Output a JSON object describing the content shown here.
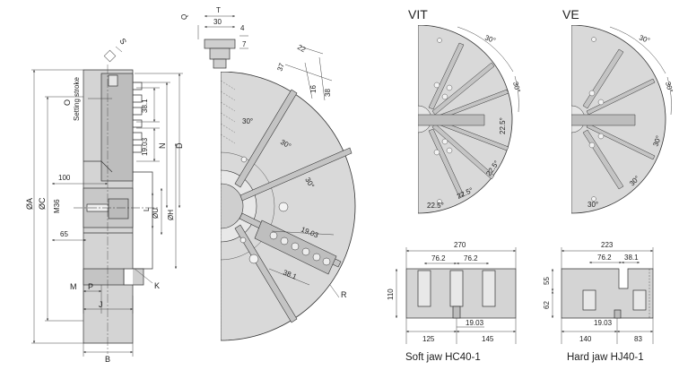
{
  "colors": {
    "part_fill": "#d9d9d9",
    "part_dark": "#b9b9b9",
    "line": "#333333",
    "dim": "#444444",
    "bg": "#ffffff"
  },
  "section": {
    "title_o": "O",
    "title_setting": "Setting stroke",
    "s": "S",
    "a": "ØA",
    "c": "ØC",
    "m36": "M36",
    "d100": "100",
    "d65": "65",
    "m": "M",
    "p": "P",
    "j": "J",
    "b": "B",
    "k": "K",
    "n": "N",
    "d": "D",
    "d3811": "38.1",
    "d1903": "19.03",
    "l": "L",
    "u": "ØU",
    "h": "ØH"
  },
  "front": {
    "q": "Q",
    "t": "T",
    "d30": "30",
    "d4": "4",
    "d7": "7",
    "d22": "22",
    "d37": "37",
    "d16": "16",
    "d38": "38",
    "a30_1": "30°",
    "a30_2": "30°",
    "a30_3": "30°",
    "d1903": "19.03",
    "d381": "38.1",
    "r": "R"
  },
  "vit": {
    "title": "VIT",
    "a30a": "30°",
    "a30b": "30°",
    "a225a": "22.5°",
    "a225b": "22.5°",
    "a225c": "22.5°",
    "a225d": "22.5°"
  },
  "ve": {
    "title": "VE",
    "a30a": "30°",
    "a30b": "30°",
    "a30c": "30°",
    "a30d": "30°",
    "a30e": "30°"
  },
  "soft": {
    "w270": "270",
    "d762a": "76.2",
    "d762b": "76.2",
    "h110": "110",
    "d1903": "19.03",
    "d125": "125",
    "d145": "145",
    "caption": "Soft jaw HC40-1"
  },
  "hard": {
    "w223": "223",
    "d762": "76.2",
    "d381": "38.1",
    "h55": "55",
    "h62": "62",
    "d1903": "19.03",
    "d140": "140",
    "d83": "83",
    "caption": "Hard jaw HJ40-1"
  }
}
